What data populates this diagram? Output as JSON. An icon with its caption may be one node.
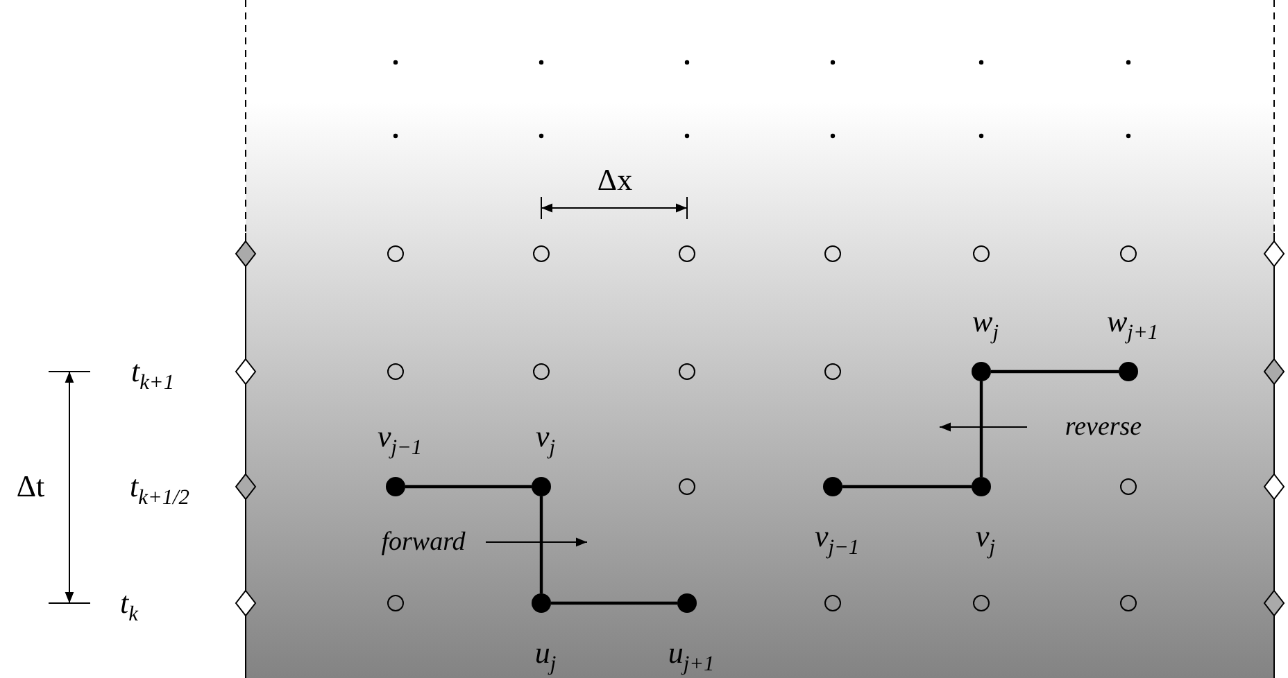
{
  "diagram": {
    "nodes": [
      {
        "text": [],
        "shape": "circle",
        "beside": [
          "v$_{j−1}$"
        ]
      },
      {
        "text": [],
        "shape": "circle",
        "beside": [
          "v$_{j}$"
        ]
      },
      {
        "text": [],
        "shape": "circle",
        "beside": [
          "u$_{j}$"
        ]
      },
      {
        "text": [],
        "shape": "circle",
        "beside": [
          "u$_{j+1}$"
        ]
      },
      {
        "text": [],
        "shape": "circle",
        "beside": [
          "v$_{j−1}$"
        ]
      },
      {
        "text": [],
        "shape": "circle",
        "beside": [
          "v$_{j}$"
        ]
      },
      {
        "text": [],
        "shape": "circle",
        "beside": [
          "w$_{j}$"
        ]
      },
      {
        "text": [],
        "shape": "circle",
        "beside": [
          "w$_{j+1}$"
        ]
      }
    ],
    "edges": [
      {
        "from": 0,
        "to": 1,
        "arrow": "none"
      },
      {
        "from": 1,
        "to": 2,
        "arrow": "none"
      },
      {
        "from": 2,
        "to": 3,
        "arrow": "none"
      },
      {
        "from": 4,
        "to": 5,
        "arrow": "none"
      },
      {
        "from": 5,
        "to": 6,
        "arrow": "none"
      },
      {
        "from": 6,
        "to": 7,
        "arrow": "none"
      }
    ],
    "labels": [
      "Δx",
      "t$_{k+1}$",
      "Δt",
      "t$_{k+1/2}$",
      "forward",
      "reverse",
      "t$_{k}$"
    ]
  }
}
